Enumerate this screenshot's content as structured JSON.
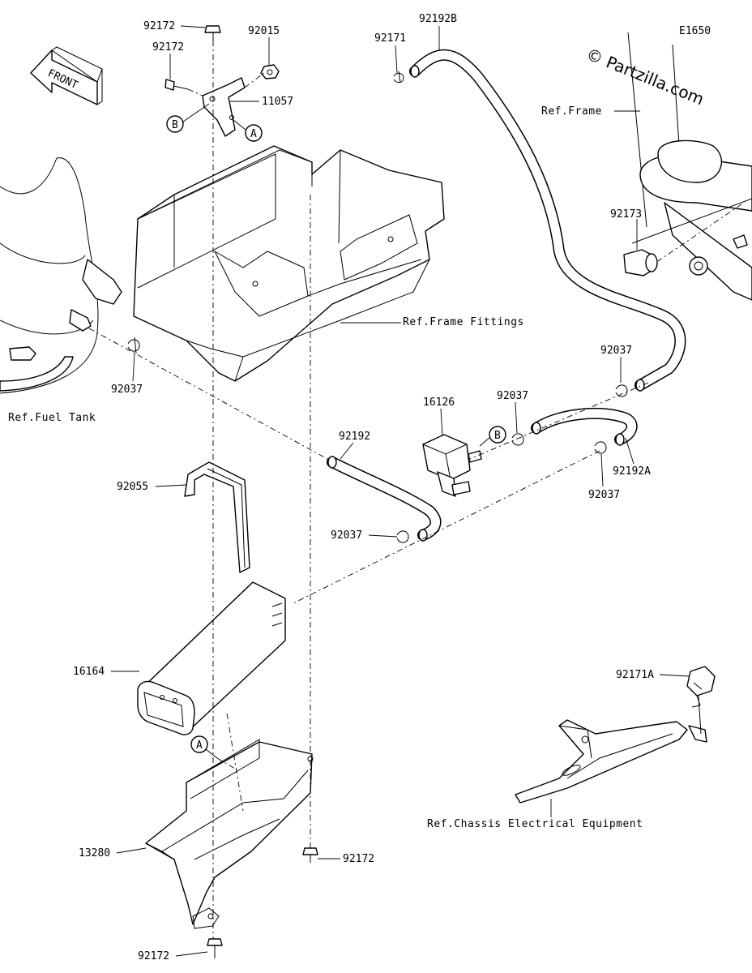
{
  "diagram_code": "E1650",
  "watermark": "© Partzilla.com",
  "front_arrow_label": "FRONT",
  "ref_labels": {
    "frame": "Ref.Frame",
    "frame_fittings": "Ref.Frame Fittings",
    "fuel_tank": "Ref.Fuel Tank",
    "chassis_electrical": "Ref.Chassis Electrical Equipment"
  },
  "part_labels": [
    {
      "id": "p1",
      "text": "92172"
    },
    {
      "id": "p2",
      "text": "92015"
    },
    {
      "id": "p3",
      "text": "92172"
    },
    {
      "id": "p4",
      "text": "11057"
    },
    {
      "id": "p5",
      "text": "92171"
    },
    {
      "id": "p6",
      "text": "92192B"
    },
    {
      "id": "p7",
      "text": "92173"
    },
    {
      "id": "p8",
      "text": "92037"
    },
    {
      "id": "p9",
      "text": "92037"
    },
    {
      "id": "p10",
      "text": "16126"
    },
    {
      "id": "p11",
      "text": "92037"
    },
    {
      "id": "p12",
      "text": "92192"
    },
    {
      "id": "p13",
      "text": "92192A"
    },
    {
      "id": "p14",
      "text": "92037"
    },
    {
      "id": "p15",
      "text": "92055"
    },
    {
      "id": "p16",
      "text": "92037"
    },
    {
      "id": "p17",
      "text": "16164"
    },
    {
      "id": "p18",
      "text": "92171A"
    },
    {
      "id": "p19",
      "text": "13280"
    },
    {
      "id": "p20",
      "text": "92172"
    },
    {
      "id": "p21",
      "text": "92172"
    }
  ],
  "callouts": {
    "a": "A",
    "b": "B"
  }
}
